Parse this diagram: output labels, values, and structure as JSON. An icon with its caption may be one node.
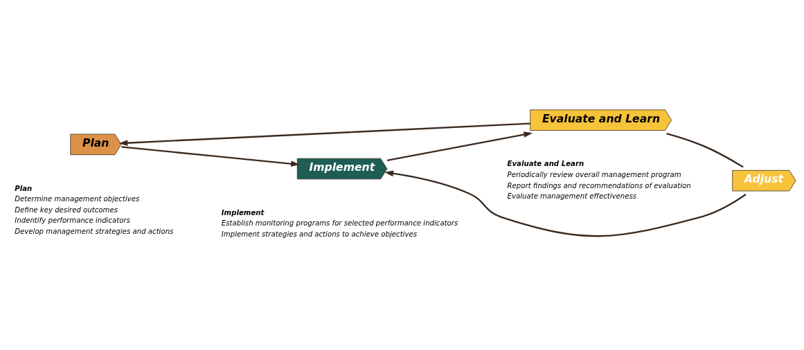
{
  "diagram": {
    "nodes": [
      {
        "text": [
          "Plan"
        ],
        "beside": [
          "Plan",
          "Determine management objectives",
          "Define key desired outcomes",
          "Indentify performance indicators",
          "Develop management strategies and actions"
        ]
      },
      {
        "text": [
          "Implement"
        ],
        "beside": [
          "Implement",
          "Establish monitoring programs for selected performance indicators",
          "Implement strategies and actions to achieve objectives"
        ]
      },
      {
        "text": [
          "Evaluate and Learn"
        ],
        "beside": [
          "Evaluate and Learn",
          "Periodically review overall management program",
          "Report findings and recommendations of evaluation",
          "Evaluate management effectiveness"
        ]
      },
      {
        "text": [
          "Adjust"
        ]
      }
    ],
    "edges": [
      {
        "from": 0,
        "to": 1,
        "arrow": "to"
      },
      {
        "from": 1,
        "to": 2,
        "arrow": "to"
      },
      {
        "from": 2,
        "to": 0,
        "arrow": "to"
      },
      {
        "from": 2,
        "to": 3,
        "arrow": "none"
      },
      {
        "from": 3,
        "to": 1,
        "arrow": "to"
      }
    ]
  }
}
